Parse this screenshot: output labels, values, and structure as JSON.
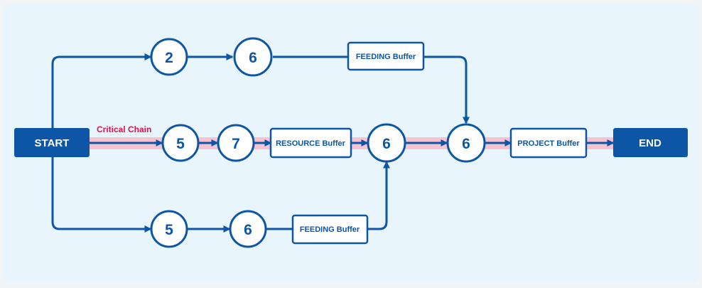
{
  "diagram": {
    "start_label": "START",
    "end_label": "END",
    "critical_chain_label": "Critical Chain",
    "tasks": {
      "top_1": "2",
      "top_2": "6",
      "mid_1": "5",
      "mid_2": "7",
      "mid_3": "6",
      "mid_4": "6",
      "bottom_1": "5",
      "bottom_2": "6"
    },
    "buffers": {
      "feeding_top": "FEEDING Buffer",
      "resource": "RESOURCE Buffer",
      "project": "PROJECT Buffer",
      "feeding_bottom": "FEEDING Buffer"
    }
  },
  "colors": {
    "primary": "#0d56a6",
    "critical_highlight": "#f7c3d1",
    "critical_label": "#e3124b",
    "panel_background": "#e8f5fc"
  }
}
